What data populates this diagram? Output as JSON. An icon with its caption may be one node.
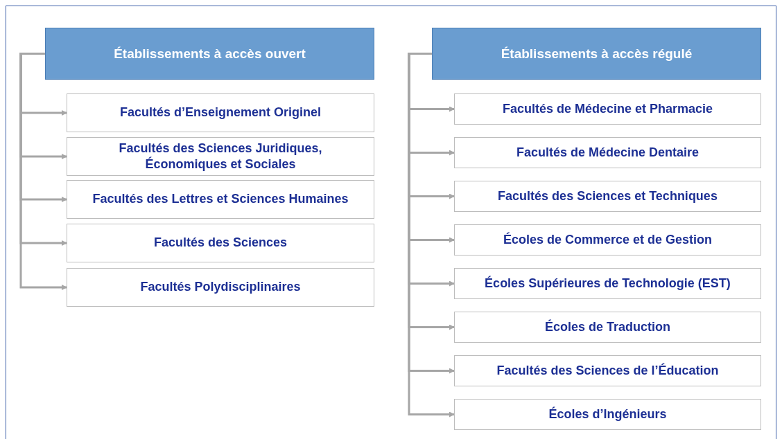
{
  "diagram": {
    "nodes": [
      {
        "text": [
          "Établissements à accès ouvert"
        ]
      },
      {
        "text": [
          "Facultés d’Enseignement Originel"
        ]
      },
      {
        "text": [
          "Facultés des Sciences Juridiques, Économiques et Sociales"
        ]
      },
      {
        "text": [
          "Facultés des Lettres et Sciences Humaines"
        ]
      },
      {
        "text": [
          "Facultés des Sciences"
        ]
      },
      {
        "text": [
          "Facultés Polydisciplinaires"
        ]
      },
      {
        "text": [
          "Établissements à accès régulé"
        ]
      },
      {
        "text": [
          "Facultés de Médecine et Pharmacie"
        ]
      },
      {
        "text": [
          "Facultés de Médecine Dentaire"
        ]
      },
      {
        "text": [
          "Facultés des Sciences et Techniques"
        ]
      },
      {
        "text": [
          "Écoles de Commerce et de Gestion"
        ]
      },
      {
        "text": [
          "Écoles Supérieures de Technologie (EST)"
        ]
      },
      {
        "text": [
          "Écoles de Traduction"
        ]
      },
      {
        "text": [
          "Facultés des Sciences de l’Éducation"
        ]
      },
      {
        "text": [
          "Écoles d’Ingénieurs"
        ]
      }
    ],
    "edges": [
      {
        "from": 0,
        "to": 1,
        "arrow": "to"
      },
      {
        "from": 0,
        "to": 2,
        "arrow": "to"
      },
      {
        "from": 0,
        "to": 3,
        "arrow": "to"
      },
      {
        "from": 0,
        "to": 4,
        "arrow": "to"
      },
      {
        "from": 0,
        "to": 5,
        "arrow": "to"
      },
      {
        "from": 6,
        "to": 7,
        "arrow": "to"
      },
      {
        "from": 6,
        "to": 8,
        "arrow": "to"
      },
      {
        "from": 6,
        "to": 9,
        "arrow": "to"
      },
      {
        "from": 6,
        "to": 10,
        "arrow": "to"
      },
      {
        "from": 6,
        "to": 11,
        "arrow": "to"
      },
      {
        "from": 6,
        "to": 12,
        "arrow": "to"
      },
      {
        "from": 6,
        "to": 13,
        "arrow": "to"
      },
      {
        "from": 6,
        "to": 14,
        "arrow": "to"
      }
    ]
  }
}
